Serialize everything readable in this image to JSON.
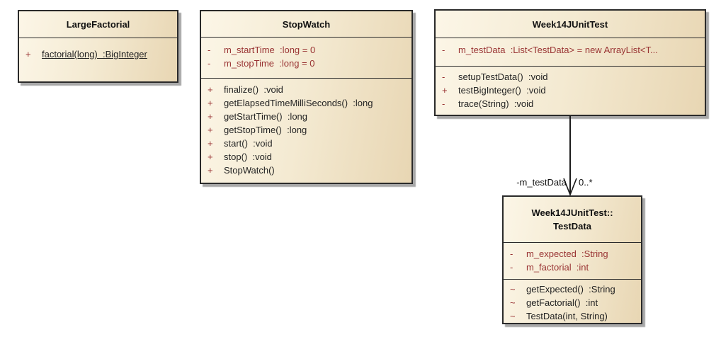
{
  "palette": {
    "background": "#ffffff",
    "box_fill_left": "#FCF6E7",
    "box_fill_right": "#E8D6B3",
    "border": "#2a2a2a",
    "shadow": "#a8a8a8",
    "attribute_text": "#993333",
    "method_text": "#232323",
    "visibility_symbol": "#993333",
    "title_text": "#111111",
    "connector_line": "#1a1a1a"
  },
  "classes": [
    {
      "title": "LargeFactorial",
      "attributes": [],
      "methods": [
        {
          "vis": "+",
          "text": "factorial(long)  :BigInteger",
          "static": true
        }
      ]
    },
    {
      "title": "StopWatch",
      "attributes": [
        {
          "vis": "-",
          "text": "m_startTime  :long = 0"
        },
        {
          "vis": "-",
          "text": "m_stopTime  :long = 0"
        }
      ],
      "methods": [
        {
          "vis": "+",
          "text": "finalize()  :void"
        },
        {
          "vis": "+",
          "text": "getElapsedTimeMilliSeconds()  :long"
        },
        {
          "vis": "+",
          "text": "getStartTime()  :long"
        },
        {
          "vis": "+",
          "text": "getStopTime()  :long"
        },
        {
          "vis": "+",
          "text": "start()  :void"
        },
        {
          "vis": "+",
          "text": "stop()  :void"
        },
        {
          "vis": "+",
          "text": "StopWatch()"
        }
      ]
    },
    {
      "title": "Week14JUnitTest",
      "attributes": [
        {
          "vis": "-",
          "text": "m_testData  :List<TestData> = new ArrayList<T..."
        }
      ],
      "methods": [
        {
          "vis": "-",
          "text": "setupTestData()  :void"
        },
        {
          "vis": "+",
          "text": "testBigInteger()  :void"
        },
        {
          "vis": "-",
          "text": "trace(String)  :void"
        }
      ]
    },
    {
      "title_line1": "Week14JUnitTest::",
      "title_line2": "TestData",
      "attributes": [
        {
          "vis": "-",
          "text": "m_expected  :String"
        },
        {
          "vis": "-",
          "text": "m_factorial  :int"
        }
      ],
      "methods": [
        {
          "vis": "~",
          "text": "getExpected()  :String"
        },
        {
          "vis": "~",
          "text": "getFactorial()  :int"
        },
        {
          "vis": "~",
          "text": "TestData(int, String)"
        }
      ]
    }
  ],
  "connector": {
    "source_label": "-m_testData",
    "multiplicity": "0..*"
  }
}
